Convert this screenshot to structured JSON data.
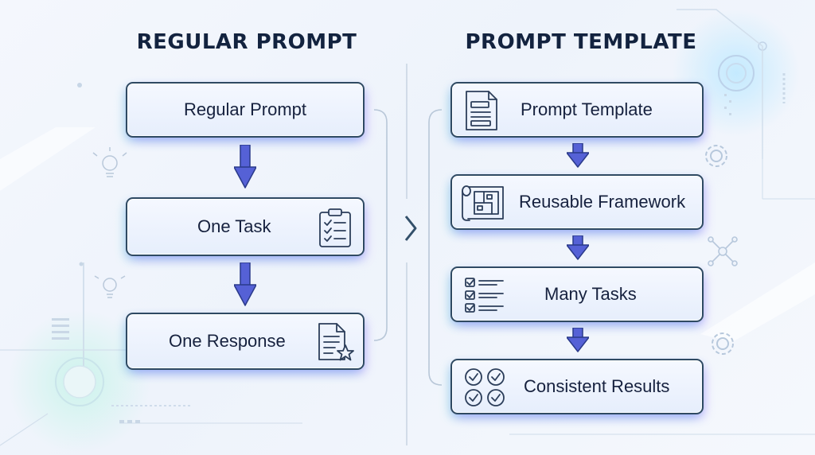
{
  "left_column": {
    "title": "REGULAR PROMPT",
    "steps": [
      {
        "label": "Regular Prompt",
        "icon": "none"
      },
      {
        "label": "One Task",
        "icon": "clipboard-checklist-icon"
      },
      {
        "label": "One Response",
        "icon": "document-star-icon"
      }
    ]
  },
  "right_column": {
    "title": "PROMPT TEMPLATE",
    "steps": [
      {
        "label": "Prompt Template",
        "icon": "template-document-icon"
      },
      {
        "label": "Reusable Framework",
        "icon": "blueprint-icon"
      },
      {
        "label": "Many Tasks",
        "icon": "checklist-icon"
      },
      {
        "label": "Consistent Results",
        "icon": "check-circles-icon"
      }
    ]
  },
  "colors": {
    "box_border": "#2f4a63",
    "arrow_fill": "#5561d6",
    "title_text": "#13233f"
  }
}
